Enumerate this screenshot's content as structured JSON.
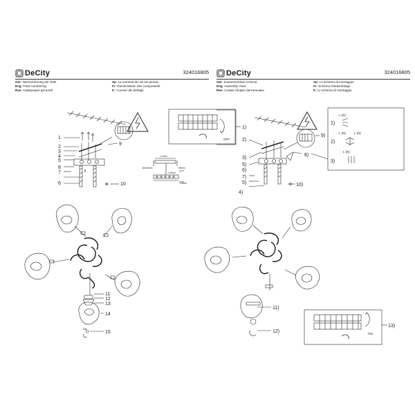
{
  "left_sheet": {
    "brand": "DeCity",
    "code": "324016805",
    "legend_col1": [
      {
        "lang": "Ger",
        "text": "Nummerierung der Teile"
      },
      {
        "lang": "Eng",
        "text": "Parts numbering"
      },
      {
        "lang": "Rus",
        "text": "Нумерация деталей"
      }
    ],
    "legend_col2": [
      {
        "lang": "Sp",
        "text": "La numeración de las piezas"
      },
      {
        "lang": "Fr",
        "text": "Numérotation des composants"
      },
      {
        "lang": "It",
        "text": "I numeri dei dettagli"
      }
    ],
    "callouts": [
      "1",
      "2",
      "3",
      "4",
      "5",
      "8",
      "7",
      "6",
      "9",
      "10",
      "11",
      "12",
      "13",
      "14",
      "15"
    ],
    "dim_labels": [
      "Ø120mm",
      "L1mm",
      "55mm",
      "1.5mm",
      "13mm"
    ],
    "bulb_label": "3W"
  },
  "right_sheet": {
    "brand": "DeCity",
    "code": "324016805",
    "legend_col1": [
      {
        "lang": "Ger",
        "text": "Zusammenbau schema"
      },
      {
        "lang": "Eng",
        "text": "Assembly chart"
      },
      {
        "lang": "Rus",
        "text": "Схема сборки светильника"
      }
    ],
    "legend_col2": [
      {
        "lang": "Sp",
        "text": "Lo schema di montaggio"
      },
      {
        "lang": "Fr",
        "text": "Schéma d'assemblage"
      },
      {
        "lang": "It",
        "text": "Lo schema di montaggio"
      }
    ],
    "steps": [
      "1)",
      "2)",
      "3)",
      "5)",
      "6)",
      "7)",
      "5)",
      "4)",
      "8)",
      "9)",
      "10)",
      "11)",
      "12)",
      "13)"
    ],
    "wiring_steps": [
      "1)",
      "2)",
      "3)"
    ],
    "wire_labels": [
      "L (N)",
      "L (N)",
      "L (N)",
      "L (N)"
    ],
    "switch_off": "OFF",
    "switch_on": "ON"
  }
}
